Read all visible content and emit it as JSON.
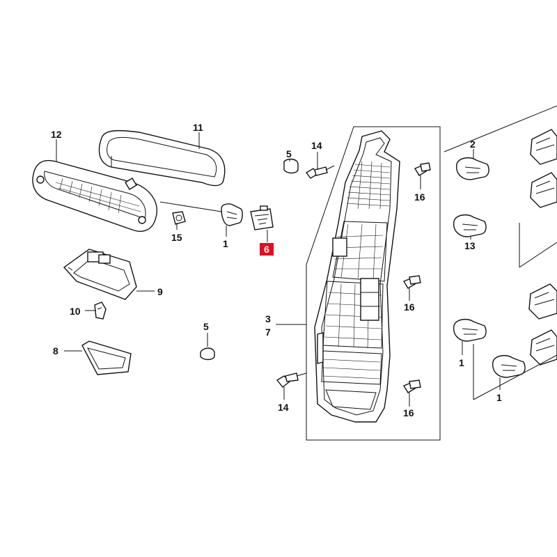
{
  "labels": {
    "l12": "12",
    "l11": "11",
    "l15": "15",
    "l1a": "1",
    "l6": "6",
    "l9": "9",
    "l10": "10",
    "l8": "8",
    "l5a": "5",
    "l14a": "14",
    "l16a": "16",
    "l5b": "5",
    "l3": "3",
    "l7": "7",
    "l16b": "16",
    "l14b": "14",
    "l16c": "16",
    "l2": "2",
    "l13": "13",
    "l1b": "1",
    "l1c": "1"
  },
  "colors": {
    "line": "#111111",
    "highlight": "#e0101f",
    "background": "#ffffff"
  }
}
